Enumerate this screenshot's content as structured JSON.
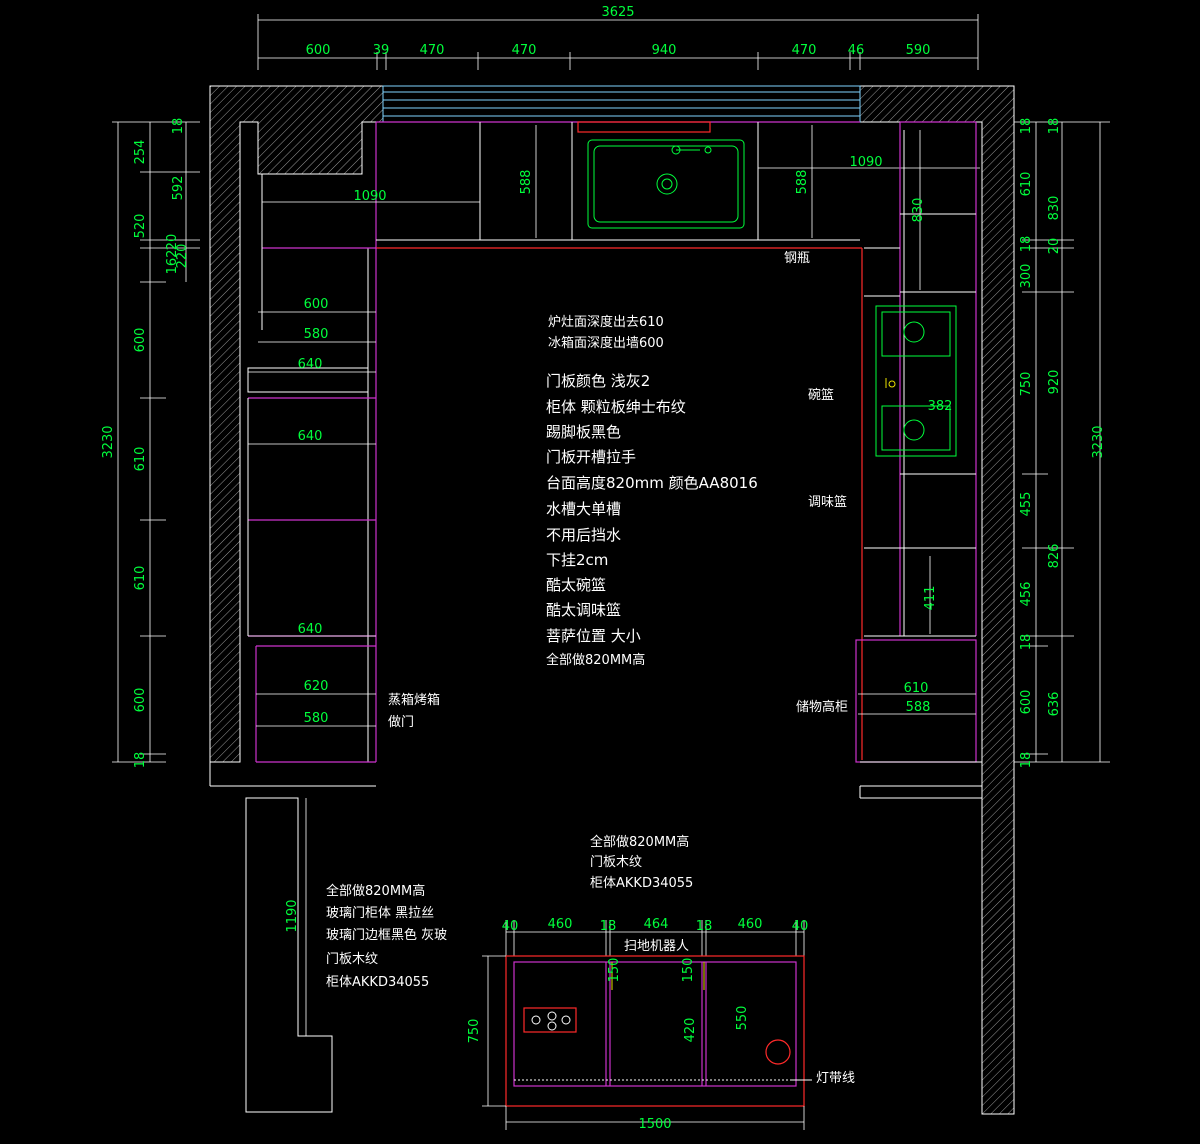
{
  "top_dims": {
    "overall": "3625",
    "segments": [
      "600",
      "39",
      "470",
      "470",
      "940",
      "470",
      "46",
      "590"
    ]
  },
  "left_dims": {
    "overall": "3230",
    "outer": [
      "254",
      "520",
      "162",
      "20",
      "600",
      "610",
      "610",
      "600",
      "18"
    ],
    "inner": [
      "18",
      "592",
      "220"
    ]
  },
  "right_dims": {
    "overall": "3230",
    "inner": [
      "18",
      "610",
      "18",
      "300",
      "750",
      "455",
      "456",
      "18",
      "600",
      "18"
    ],
    "outer": [
      "18",
      "830",
      "20",
      "920",
      "826",
      "636"
    ]
  },
  "left_cabinet_dims": {
    "d1090": "1090",
    "w600": "600",
    "w580a": "580",
    "w640a": "640",
    "w640b": "640",
    "w640c": "640",
    "w620": "620",
    "w580b": "580"
  },
  "top_cabinet_dims": {
    "d588a": "588",
    "d588b": "588",
    "d1090": "1090"
  },
  "right_cabinet_dims": {
    "d830": "830",
    "d382": "382",
    "d411": "411",
    "d610": "610",
    "d588": "588"
  },
  "labels": {
    "steel_bottle": "钢瓶",
    "bowl_basket": "碗篮",
    "spice_basket": "调味篮",
    "storage_tall": "储物高柜",
    "steam_oven_line1": "蒸箱烤箱",
    "steam_oven_line2": "做门",
    "robot": "扫地机器人",
    "light_strip": "灯带线"
  },
  "notes": {
    "top": [
      "炉灶面深度出去610",
      "冰箱面深度出墙600"
    ],
    "main": [
      "门板颜色 浅灰2",
      "柜体 颗粒板绅士布纹",
      "踢脚板黑色",
      "门板开槽拉手",
      "台面高度820mm 颜色AA8016",
      "水槽大单槽",
      "不用后挡水",
      "下挂2cm",
      "酷太碗篮",
      "酷太调味篮",
      "菩萨位置 大小"
    ],
    "main_last": "全部做820MM高",
    "island": [
      "全部做820MM高",
      "门板木纹",
      "柜体AKKD34055"
    ],
    "glass": [
      "全部做820MM高",
      "玻璃门柜体 黑拉丝",
      "玻璃门边框黑色 灰玻",
      "门板木纹",
      "柜体AKKD34055"
    ]
  },
  "island_dims": {
    "top": [
      "40",
      "460",
      "18",
      "464",
      "18",
      "460",
      "40"
    ],
    "bottom": "1500",
    "left": "750",
    "v150a": "150",
    "v150b": "150",
    "v420": "420",
    "v550": "550"
  },
  "glass_cab_dim": "1190",
  "colors": {
    "dimension": "#00ff3c",
    "cabinet": "#cc33cc",
    "counter": "#ff2a2a",
    "wall": "#ffffff"
  }
}
